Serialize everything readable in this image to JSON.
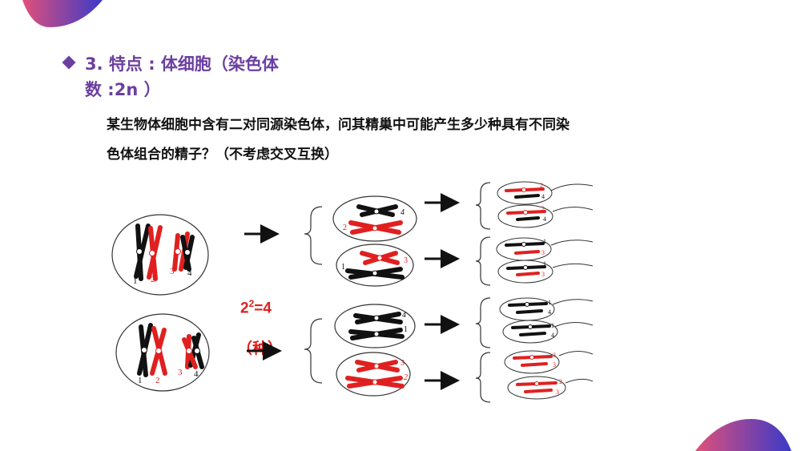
{
  "heading": {
    "line1": "3. 特点 : 体细胞（染色体",
    "line2": "数 :2n ）"
  },
  "question": {
    "line1": "某生物体细胞中含有二对同源染色体，问其精巢中可能产生多少种具有不同染",
    "line2": "色体组合的精子？（不考虑交叉互换）"
  },
  "formula": {
    "base": "2",
    "exponent": "2",
    "rest": "=4",
    "unit": "（种）"
  },
  "labels": {
    "n1": "1",
    "n2": "2",
    "n3": "3",
    "n4": "4"
  },
  "colors": {
    "accent_purple": "#6b3fa0",
    "red": "#e02020",
    "black": "#111111",
    "corner_blue": "#3a3ac8",
    "corner_pink": "#e0507a"
  }
}
